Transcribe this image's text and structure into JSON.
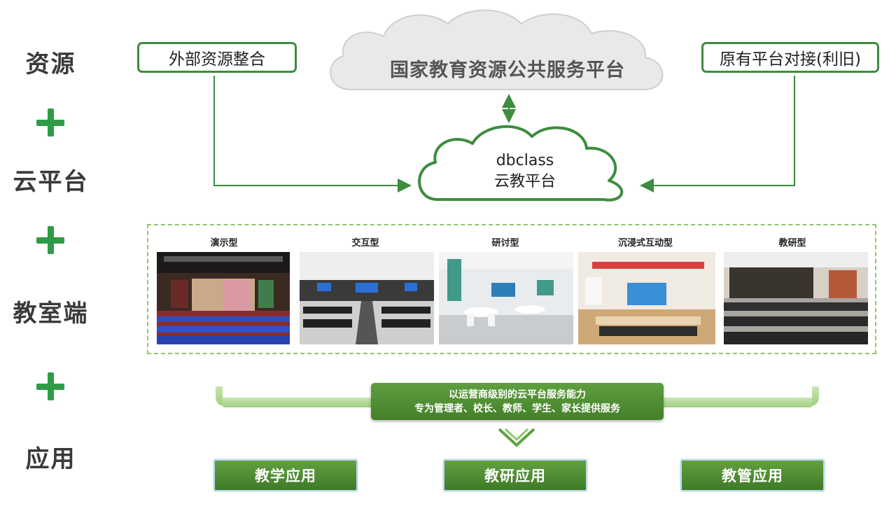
{
  "left_column": {
    "labels": [
      "资源",
      "云平台",
      "教室端",
      "应用"
    ]
  },
  "resources": {
    "external": "外部资源整合",
    "national_platform": "国家教育资源公共服务平台",
    "existing": "原有平台对接(利旧)"
  },
  "cloud_platform": {
    "name": "dbclass",
    "subtitle": "云教平台"
  },
  "classrooms": [
    {
      "label": "演示型",
      "icon": "auditorium-photo"
    },
    {
      "label": "交互型",
      "icon": "interactive-classroom-photo"
    },
    {
      "label": "研讨型",
      "icon": "seminar-room-photo"
    },
    {
      "label": "沉浸式互动型",
      "icon": "immersive-classroom-photo"
    },
    {
      "label": "教研型",
      "icon": "teaching-research-room-photo"
    }
  ],
  "service": {
    "line1": "以运营商级别的云平台服务能力",
    "line2": "专为管理者、校长、教师、学生、家长提供服务"
  },
  "applications": [
    "教学应用",
    "教研应用",
    "教管应用"
  ],
  "colors": {
    "accent_green": "#3d8c3f",
    "plus_green": "#2e9b46",
    "light_green": "#a9d58a",
    "cloud_grey": "#e8e8e8",
    "button_border": "#b9d9f0"
  }
}
